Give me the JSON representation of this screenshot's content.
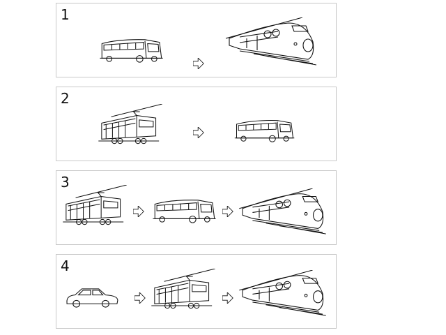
{
  "panels": [
    {
      "label": "1",
      "sequence": [
        "bus-icon",
        "bullet-train-icon"
      ]
    },
    {
      "label": "2",
      "sequence": [
        "tram-icon",
        "bus-icon"
      ]
    },
    {
      "label": "3",
      "sequence": [
        "tram-icon",
        "bus-icon",
        "bullet-train-icon"
      ]
    },
    {
      "label": "4",
      "sequence": [
        "car-icon",
        "tram-icon",
        "bullet-train-icon"
      ]
    }
  ],
  "colors": {
    "line": "#111111",
    "border": "#c8c8c8"
  }
}
